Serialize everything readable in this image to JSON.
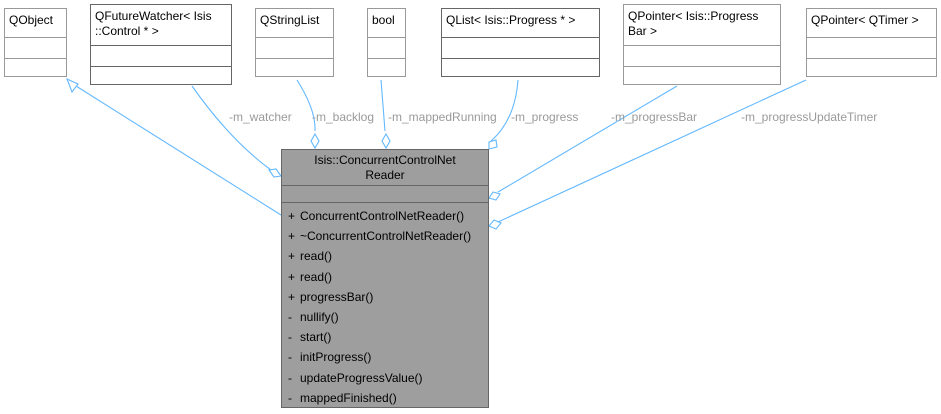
{
  "classes": [
    {
      "id": "qobject",
      "name": "QObject"
    },
    {
      "id": "qfuturewatcher",
      "name": "QFutureWatcher< Isis\n::Control * >"
    },
    {
      "id": "qstringlist",
      "name": "QStringList"
    },
    {
      "id": "bool",
      "name": "bool"
    },
    {
      "id": "qlist",
      "name": "QList< Isis::Progress * >"
    },
    {
      "id": "qpointer-progressbar",
      "name": "QPointer< Isis::Progress\nBar >"
    },
    {
      "id": "qpointer-qtimer",
      "name": "QPointer< QTimer >"
    }
  ],
  "main_class": {
    "name": "Isis::ConcurrentControlNet\nReader",
    "methods": [
      {
        "vis": "+",
        "name": "ConcurrentControlNetReader()"
      },
      {
        "vis": "+",
        "name": "~ConcurrentControlNetReader()"
      },
      {
        "vis": "+",
        "name": "read()"
      },
      {
        "vis": "+",
        "name": "read()"
      },
      {
        "vis": "+",
        "name": "progressBar()"
      },
      {
        "vis": "-",
        "name": "nullify()"
      },
      {
        "vis": "-",
        "name": "start()"
      },
      {
        "vis": "-",
        "name": "initProgress()"
      },
      {
        "vis": "-",
        "name": "updateProgressValue()"
      },
      {
        "vis": "-",
        "name": "mappedFinished()"
      }
    ]
  },
  "edge_labels": {
    "m_watcher": "-m_watcher",
    "m_backlog": "-m_backlog",
    "m_mappedRunning": "-m_mappedRunning",
    "m_progress": "-m_progress",
    "m_progressBar": "-m_progressBar",
    "m_progressUpdateTimer": "-m_progressUpdateTimer"
  },
  "colors": {
    "edge": "#63b8ff",
    "main_fill": "#9e9e9e",
    "label": "#9a9a9a"
  }
}
